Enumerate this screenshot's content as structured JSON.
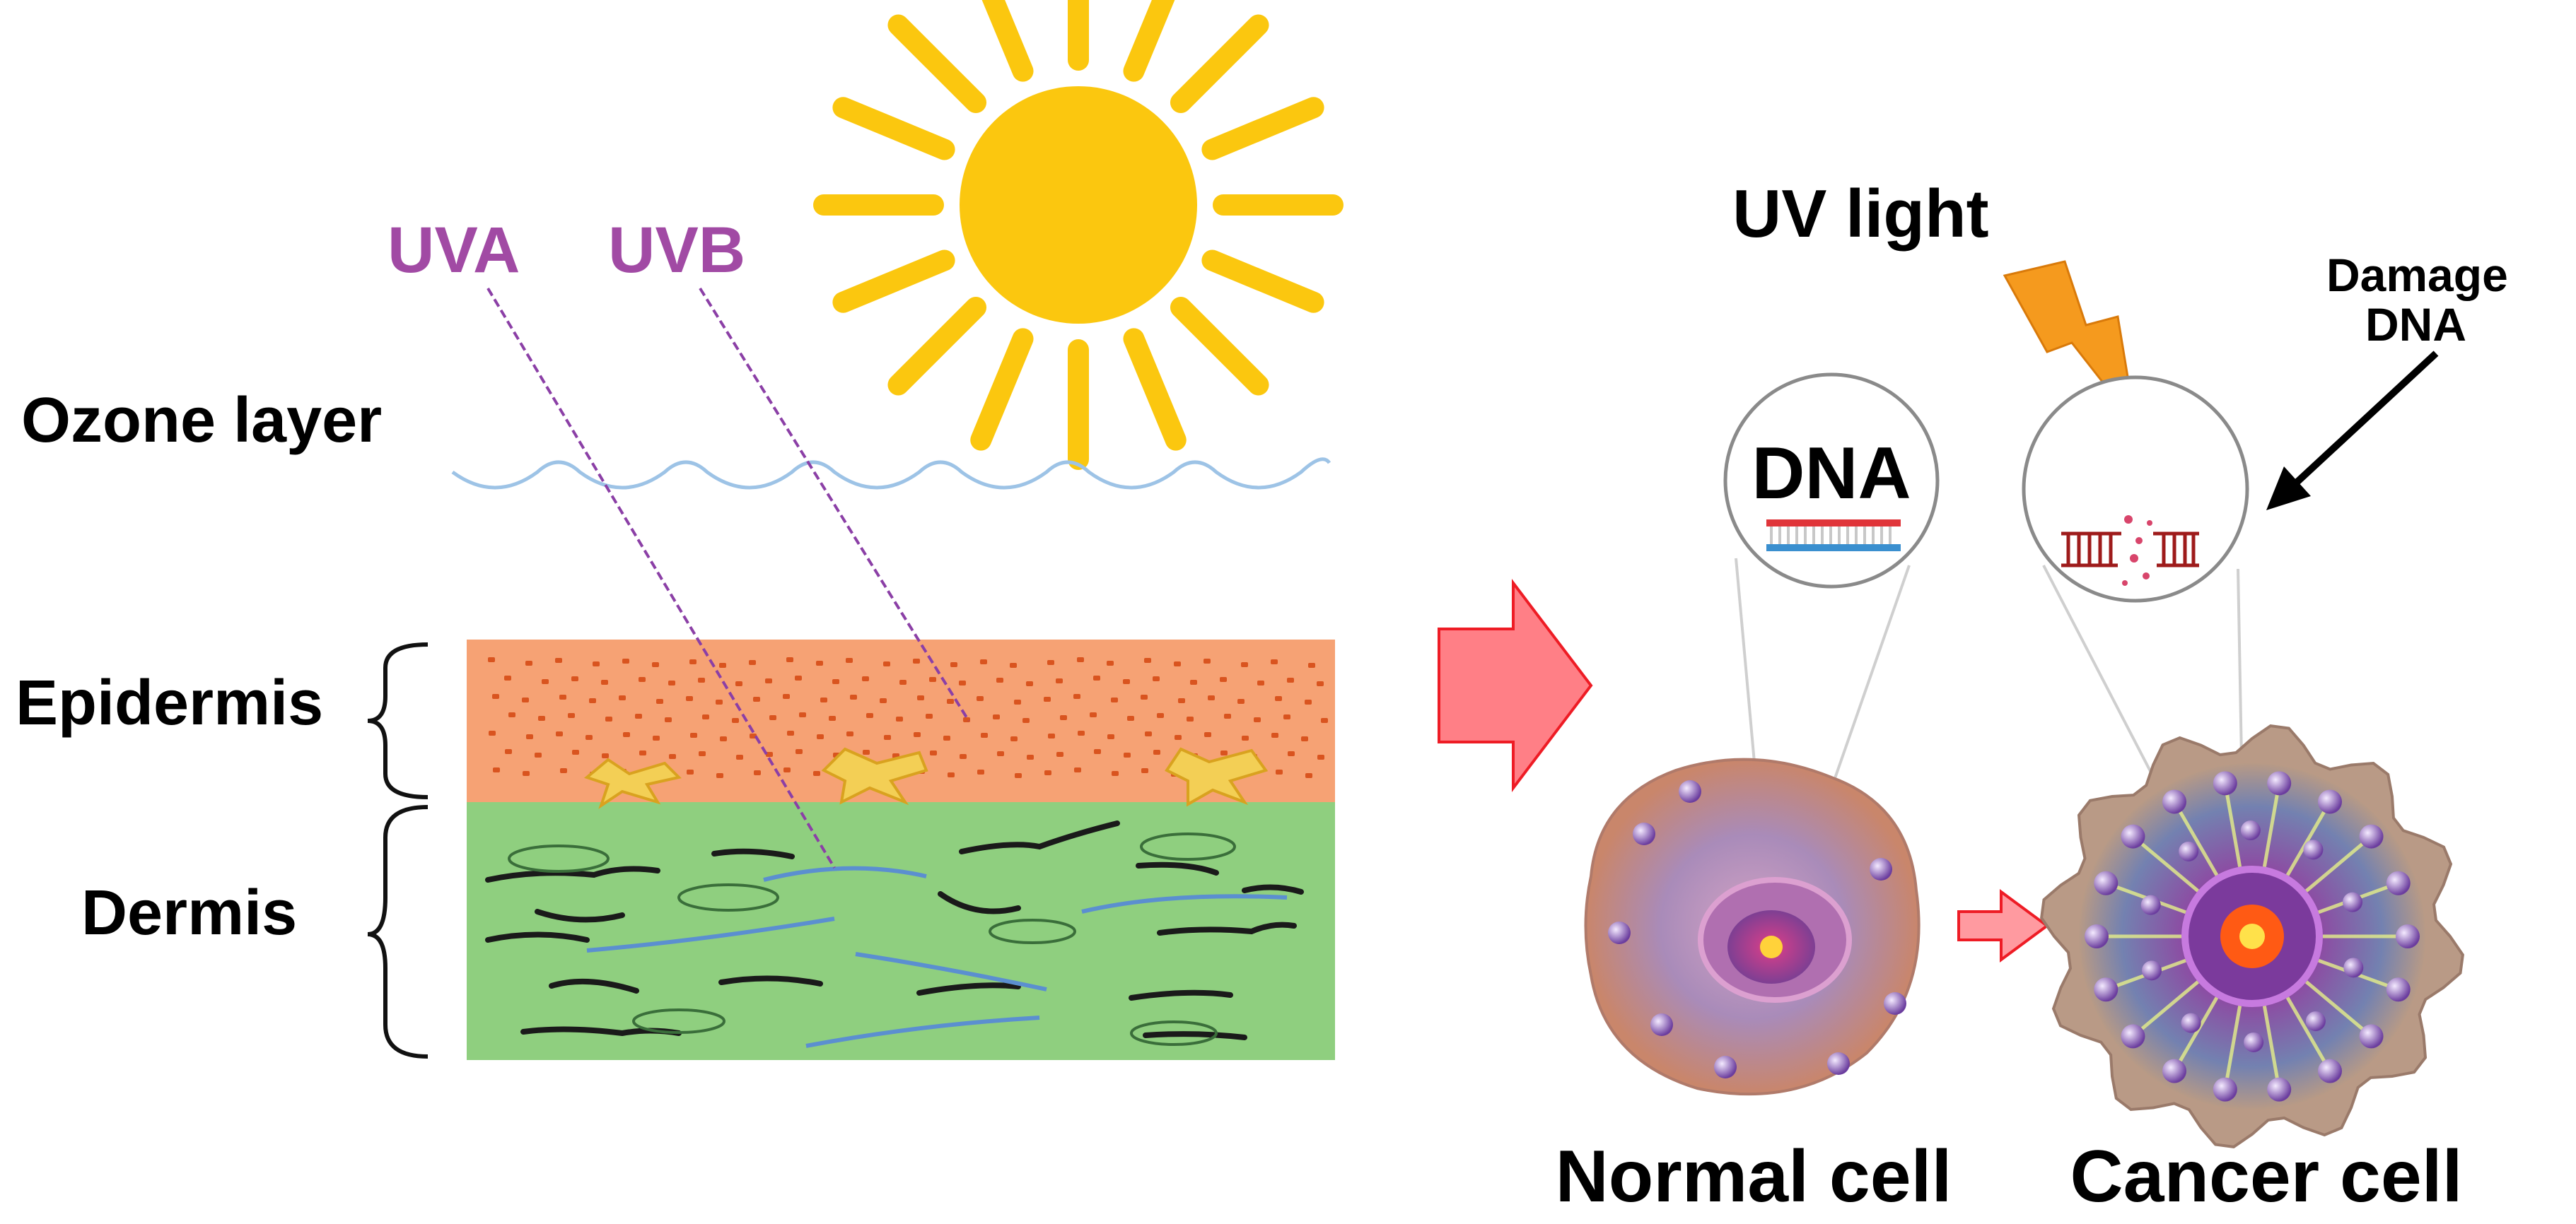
{
  "labels": {
    "uva": "UVA",
    "uvb": "UVB",
    "ozone_layer": "Ozone layer",
    "epidermis": "Epidermis",
    "dermis": "Dermis",
    "uv_light": "UV light",
    "damage_line1": "Damage",
    "damage_line2": "DNA",
    "dna": "DNA",
    "normal_cell": "Normal cell",
    "cancer_cell": "Cancer cell"
  },
  "colors": {
    "sun": "#fbc70f",
    "uv_ray_line": "#8b3fa6",
    "uv_label": "#a14aa4",
    "ozone": "#9dc3e6",
    "epidermis": "#f6a274",
    "epidermis_dots": "#d9541f",
    "dermis": "#8fcf7f",
    "dermis_fibers": "#1a1a1a",
    "melanocyte": "#f3cf55",
    "process_arrow": "#ee1c25",
    "lightning": "#f59a1e",
    "cell_body": "#b38bb8",
    "nucleus": "#8a4a9e",
    "cancer_core": "#ff4d1a"
  },
  "icons": [
    "sun-icon",
    "lightning-icon",
    "dna-strand-icon",
    "damaged-dna-icon",
    "normal-cell-icon",
    "cancer-cell-icon"
  ]
}
